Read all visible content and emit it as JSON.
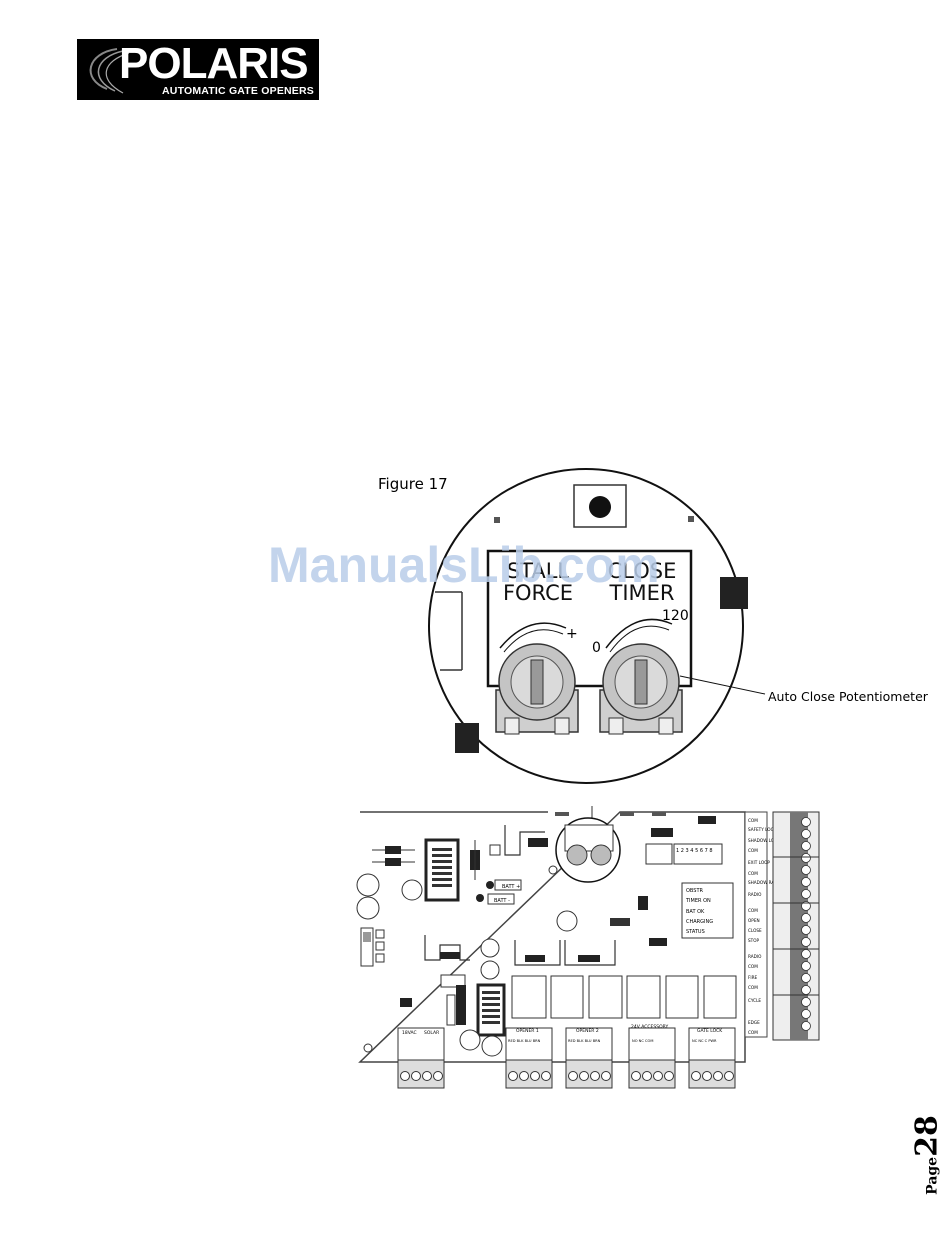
{
  "logo": {
    "brand": "POLARIS",
    "tagline": "AUTOMATIC GATE OPENERS"
  },
  "figure": {
    "caption": "Figure 17",
    "callout": "Auto Close Potentiometer",
    "stall_force_line1": "STALL",
    "stall_force_line2": "FORCE",
    "close_timer_line1": "CLOSE",
    "close_timer_line2": "TIMER",
    "timer_min": "0",
    "timer_max": "120",
    "force_plus": "+"
  },
  "board": {
    "terminals_right": [
      "COM",
      "SAFETY LOOP",
      "SHADOW LOOP",
      "COM",
      "EXIT LOOP",
      "COM",
      "SHADOW RADIO",
      "RADIO",
      "COM",
      "OPEN",
      "CLOSE",
      "STOP",
      "RADIO",
      "COM",
      "FIRE",
      "COM",
      "CYCLE",
      "EDGE",
      "COM"
    ],
    "status_leds": [
      "OBSTR",
      "TIMER ON",
      "BAT OK",
      "CHARGING",
      "STATUS"
    ],
    "bottom_headers": [
      "OPENER 1",
      "OPENER 2",
      "24V ACCESSORY",
      "GATE LOCK"
    ],
    "power_labels": [
      "18VAC",
      "SOLAR"
    ],
    "battery_labels": [
      "BATT +",
      "BATT -"
    ],
    "bottom_pins_1": "RED BLK BLU BRN",
    "bottom_pins_3": "NO NC COM",
    "bottom_pins_4": "NC NC C PWR",
    "dip_labels": "1 2 3 4 5 6 7 8"
  },
  "watermark": "ManualsLib.com",
  "page": {
    "word": "Page",
    "number": "28"
  }
}
